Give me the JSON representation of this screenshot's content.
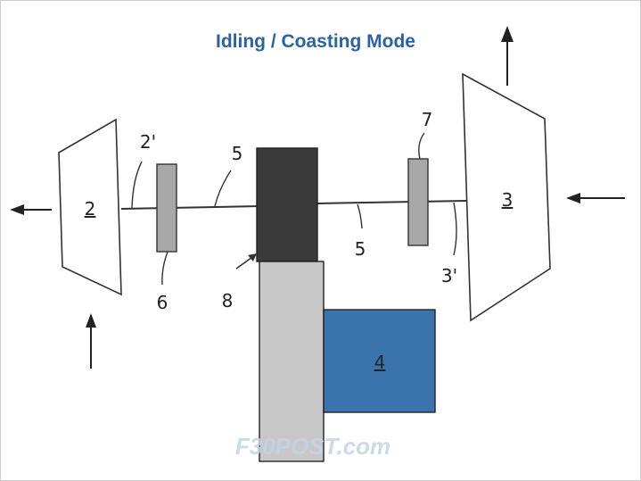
{
  "title": "Idling / Coasting Mode",
  "labels": {
    "component_2": "2",
    "shaft_2": "2'",
    "component_3": "3",
    "shaft_3": "3'",
    "component_4": "4",
    "shaft_5a": "5",
    "shaft_5b": "5",
    "clutch_6": "6",
    "clutch_7": "7",
    "gear_8": "8"
  },
  "watermark": "F30POST.com",
  "colors": {
    "title": "#2a62a8",
    "box4": "#3b74ad",
    "dark_block": "#3a3a3a",
    "light_block": "#c8c8c8",
    "clutch": "#a8a8a8"
  }
}
